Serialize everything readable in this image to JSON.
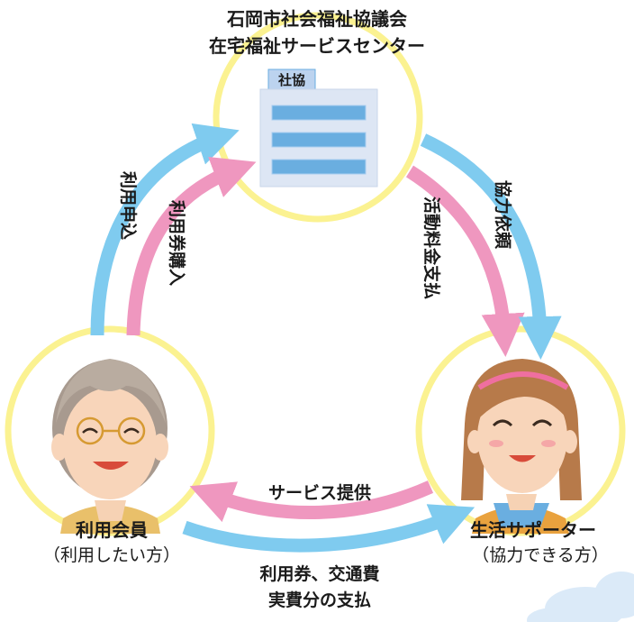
{
  "org": {
    "line1": "石岡市社会福祉協議会",
    "line2": "在宅福祉サービスセンター",
    "building_sign": "社協"
  },
  "user_member": {
    "name": "利用会員",
    "desc": "（利用したい方）"
  },
  "supporter": {
    "name": "生活サポーター",
    "desc": "（協力できる方）"
  },
  "flows": {
    "apply": "利用申込",
    "ticket_purchase": "利用券購入",
    "activity_fee": "活動料金支払",
    "cooperation_request": "協力依頼",
    "service": "サービス提供",
    "payment_line1": "利用券、交通費",
    "payment_line2": "実費分の支払"
  },
  "colors": {
    "blue_arrow": "#7fcbef",
    "pink_arrow": "#ef97bf",
    "circle_ring": "#fbf291",
    "building_blue": "#6aaee0"
  }
}
